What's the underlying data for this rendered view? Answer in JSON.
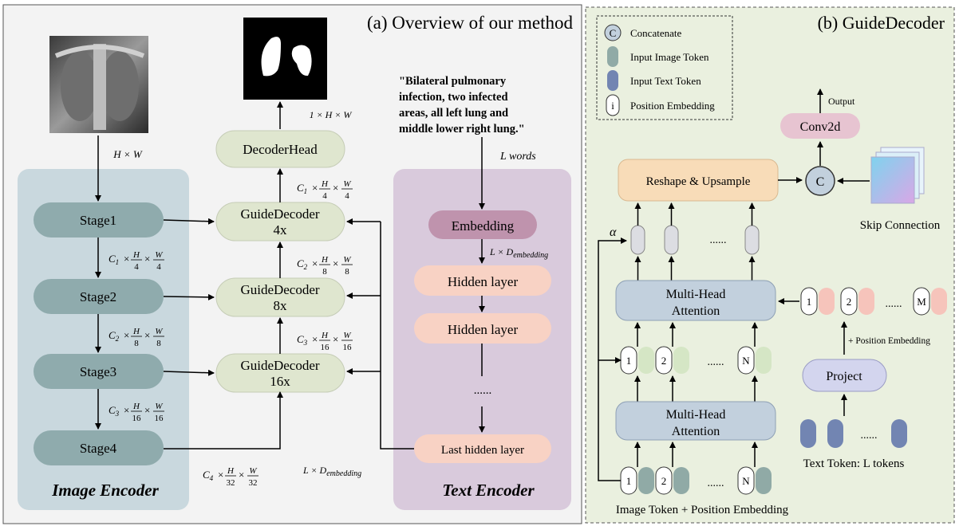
{
  "panel_a": {
    "title": "(a)  Overview of our method",
    "input_size": "H × W",
    "encoder_label": "Image Encoder",
    "stages": [
      "Stage1",
      "Stage2",
      "Stage3",
      "Stage4"
    ],
    "stage_dims": [
      {
        "c": "C",
        "sub": "1",
        "num": "H",
        "den": "4",
        "num2": "W",
        "den2": "4"
      },
      {
        "c": "C",
        "sub": "2",
        "num": "H",
        "den": "8",
        "num2": "W",
        "den2": "8"
      },
      {
        "c": "C",
        "sub": "3",
        "num": "H",
        "den": "16",
        "num2": "W",
        "den2": "16"
      }
    ],
    "stage4_dim": {
      "c": "C",
      "sub": "4",
      "num": "H",
      "den": "32",
      "num2": "W",
      "den2": "32"
    },
    "decoders": [
      {
        "line1": "GuideDecoder",
        "line2": "4x"
      },
      {
        "line1": "GuideDecoder",
        "line2": "8x"
      },
      {
        "line1": "GuideDecoder",
        "line2": "16x"
      }
    ],
    "decoder_dims": [
      {
        "c": "C",
        "sub": "1",
        "num": "H",
        "den": "4",
        "num2": "W",
        "den2": "4"
      },
      {
        "c": "C",
        "sub": "2",
        "num": "H",
        "den": "8",
        "num2": "W",
        "den2": "8"
      },
      {
        "c": "C",
        "sub": "3",
        "num": "H",
        "den": "16",
        "num2": "W",
        "den2": "16"
      }
    ],
    "decoder_head": "DecoderHead",
    "output_size": "1 × H × W",
    "quote_lines": [
      "\"Bilateral pulmonary",
      "infection, two infected",
      "areas, all left lung and",
      "middle lower right lung.\""
    ],
    "l_words": "L words",
    "text_encoder_label": "Text Encoder",
    "embedding": "Embedding",
    "emb_dim_l": "L × D",
    "emb_dim_sub": "embedding",
    "hidden1": "Hidden layer",
    "hidden2": "Hidden layer",
    "ellipsis": "......",
    "last_hidden": "Last hidden layer",
    "bottom_dim_l": "L × D",
    "bottom_dim_sub": "embedding"
  },
  "panel_b": {
    "title": "(b)  GuideDecoder",
    "legend": [
      "Concatenate",
      "Input Image Token",
      "Input Text Token",
      "Position Embedding"
    ],
    "legend_c": "C",
    "legend_i": "i",
    "output": "Output",
    "conv": "Conv2d",
    "reshape": "Reshape & Upsample",
    "concat_c": "C",
    "skip": "Skip Connection",
    "alpha": "α",
    "mha_top_1": "Multi-Head",
    "mha_top_2": "Attention",
    "mha_bot_1": "Multi-Head",
    "mha_bot_2": "Attention",
    "dots": "......",
    "mid_tokens": [
      "1",
      "2",
      "N"
    ],
    "bot_tokens": [
      "1",
      "2",
      "N"
    ],
    "text_tokens": [
      "1",
      "2",
      "M"
    ],
    "plus_pos": "+ Position Embedding",
    "project": "Project",
    "text_token_caption": "Text Token: L tokens",
    "image_token_caption": "Image Token + Position Embedding"
  },
  "colors": {
    "encoder_bg": "#c9d8de",
    "stage": "#8fabad",
    "decoder": "#dfe6cf",
    "text_bg": "#d9cadc",
    "embedding": "#bf93ad",
    "hidden": "#f8d2c4",
    "panel_b_bg": "#eaf0df",
    "mha": "#c2d0dd",
    "reshape": "#f8dcb8",
    "conv": "#e7c4d1",
    "image_token": "#90aaa6",
    "text_token": "#7285b2",
    "green_token": "#d5e6c5",
    "pink_token": "#f6c4bb",
    "out_token": "#dcdde2",
    "project": "#d3d5ee"
  }
}
